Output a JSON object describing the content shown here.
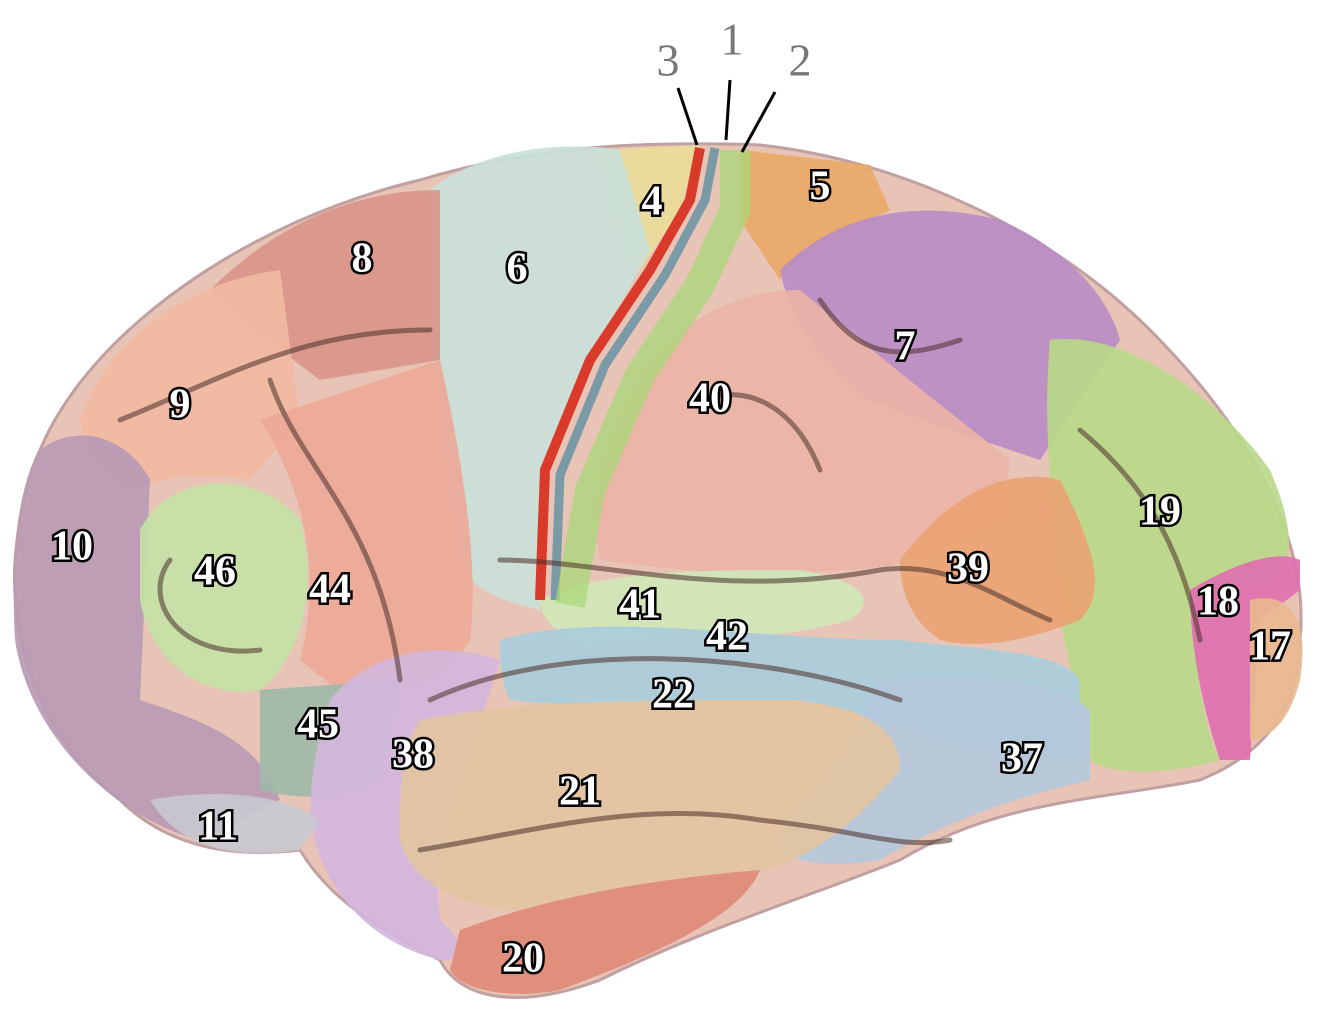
{
  "title_labels": {
    "top": [
      {
        "id": "3",
        "text": "3"
      },
      {
        "id": "1",
        "text": "1"
      },
      {
        "id": "2",
        "text": "2"
      }
    ]
  },
  "areas": [
    {
      "text": "4",
      "color": "#e9dc9a"
    },
    {
      "text": "5",
      "color": "#e8a868"
    },
    {
      "text": "6",
      "color": "#c9e0d8"
    },
    {
      "text": "8",
      "color": "#d9958a"
    },
    {
      "text": "7",
      "color": "#b98cc4"
    },
    {
      "text": "9",
      "color": "#f1b9a2"
    },
    {
      "text": "40",
      "color": "#eab3a6"
    },
    {
      "text": "10",
      "color": "#b89ab4"
    },
    {
      "text": "46",
      "color": "#c4e2a6"
    },
    {
      "text": "44",
      "color": "#eda898"
    },
    {
      "text": "19",
      "color": "#b9d98a"
    },
    {
      "text": "39",
      "color": "#e9a373"
    },
    {
      "text": "41",
      "color": "#cfe6b8"
    },
    {
      "text": "42",
      "color": "#e0a893"
    },
    {
      "text": "18",
      "color": "#e070b0"
    },
    {
      "text": "17",
      "color": "#e8b990"
    },
    {
      "text": "22",
      "color": "#a9cddc"
    },
    {
      "text": "45",
      "color": "#9fb8a8"
    },
    {
      "text": "38",
      "color": "#d2b6dc"
    },
    {
      "text": "37",
      "color": "#b4c8dc"
    },
    {
      "text": "21",
      "color": "#e2c4a2"
    },
    {
      "text": "11",
      "color": "#c8c8d0"
    },
    {
      "text": "20",
      "color": "#e08a78"
    }
  ],
  "strip_colors": {
    "area3": "#d93a2a",
    "area1": "#7b9aa8",
    "area2": "#a8d878"
  }
}
